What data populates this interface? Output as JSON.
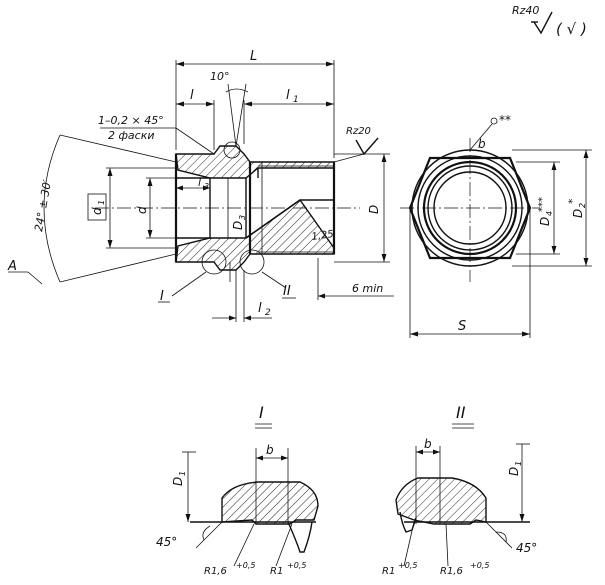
{
  "labels": {
    "roughness_general": "Rz40",
    "roughness_general_paren": "( √ )",
    "roughness_thread": "Rz20",
    "length_total": "L",
    "length_l": "l",
    "length_l1": "l",
    "length_l1_sub": "1",
    "length_l2": "l",
    "length_l2_sub": "2",
    "length_l3": "l",
    "length_l3_sub": "3",
    "angle_10": "10°",
    "chamfer_line1": "1–0,2 × 45°",
    "chamfer_line2": "2 фаски",
    "cone_angle": "24° ± 30′",
    "view_a": "A",
    "diam_d1": "d",
    "diam_d1_sub": "1",
    "diam_d": "d",
    "diam_D3": "D",
    "diam_D3_sub": "3",
    "diam_D": "D",
    "radius_125": "1,25",
    "six_min": "6 min",
    "detail_I": "I",
    "detail_II": "II",
    "size_b_top": "b",
    "diam_D4": "D",
    "diam_D4_sub": "4",
    "diam_D4_mark": "***",
    "diam_D2": "D",
    "diam_D2_sub": "2",
    "diam_D2_mark": "*",
    "size_S": "S",
    "mark_double_star": "**",
    "detail_I_title": "I",
    "detail_II_title": "II",
    "size_b_left": "b",
    "size_b_right": "b",
    "diam_D1_left": "D",
    "diam_D1_left_sub": "1",
    "diam_D1_right": "D",
    "diam_D1_right_sub": "1",
    "angle_45_left": "45°",
    "angle_45_right": "45°",
    "radius_R16_left": "R1,6",
    "radius_R16_left_tol": "+0,5",
    "radius_R1_left": "R1",
    "radius_R1_left_tol": "+0,5",
    "radius_R1_right": "R1",
    "radius_R1_right_tol": "+0,5",
    "radius_R16_right": "R1,6",
    "radius_R16_right_tol": "+0,5"
  }
}
